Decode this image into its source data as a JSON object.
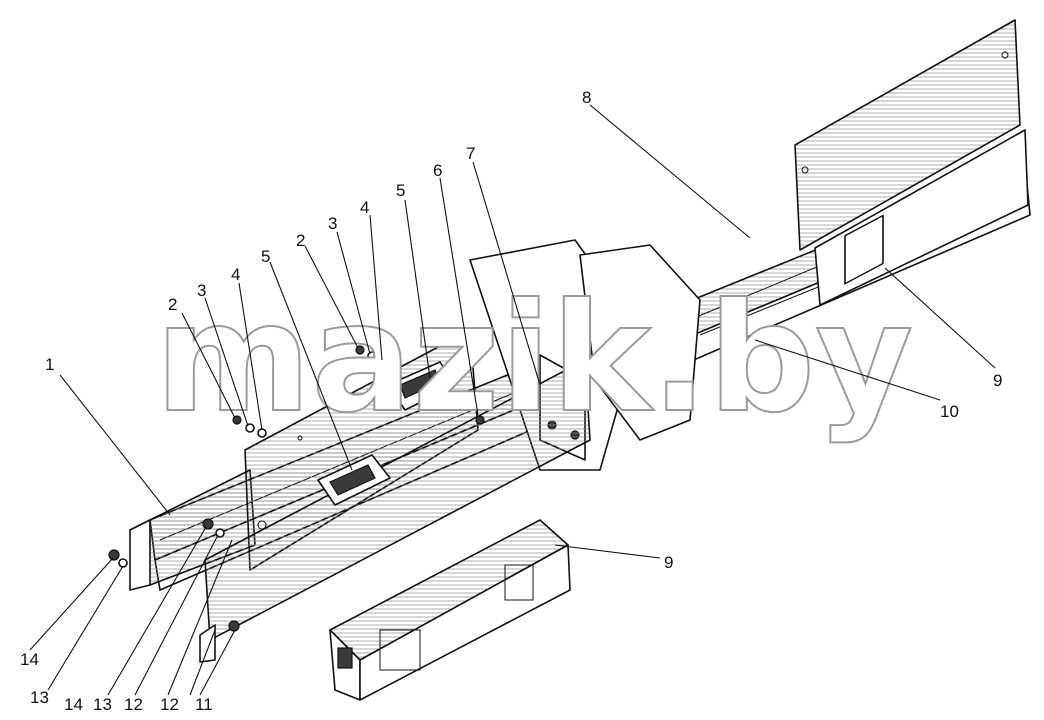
{
  "labels": {
    "l1": "1",
    "l2a": "2",
    "l2b": "2",
    "l3a": "3",
    "l3b": "3",
    "l4a": "4",
    "l4b": "4",
    "l5a": "5",
    "l5b": "5",
    "l6": "6",
    "l7": "7",
    "l8": "8",
    "l9a": "9",
    "l9b": "9",
    "l10": "10",
    "l11": "11",
    "l12a": "12",
    "l12b": "12",
    "l13a": "13",
    "l13b": "13",
    "l14a": "14",
    "l14b": "14"
  },
  "watermark": "mazik.by"
}
